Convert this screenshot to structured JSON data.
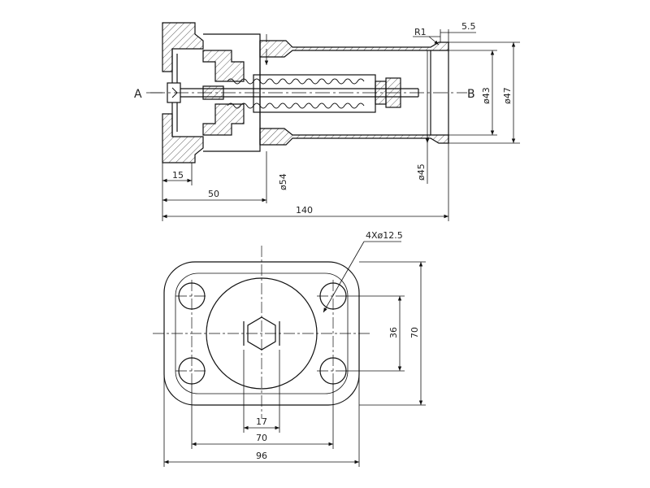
{
  "section_view": {
    "section_labels": {
      "left": "A",
      "right": "B"
    },
    "dimensions": {
      "radius": "R1",
      "chamfer": "5.5",
      "outer_diameter": "ø47",
      "inner_diameter": "ø43",
      "flange_diameter": "ø54",
      "tube_diameter": "ø45",
      "flange_length": "15",
      "body_length": "50",
      "total_length": "140"
    }
  },
  "plan_view": {
    "dimensions": {
      "hole_callout": "4Xø12.5",
      "hole_spacing_vertical": "36",
      "overall_height": "70",
      "hex_width": "17",
      "hole_spacing_horizontal": "70",
      "overall_width": "96"
    }
  }
}
